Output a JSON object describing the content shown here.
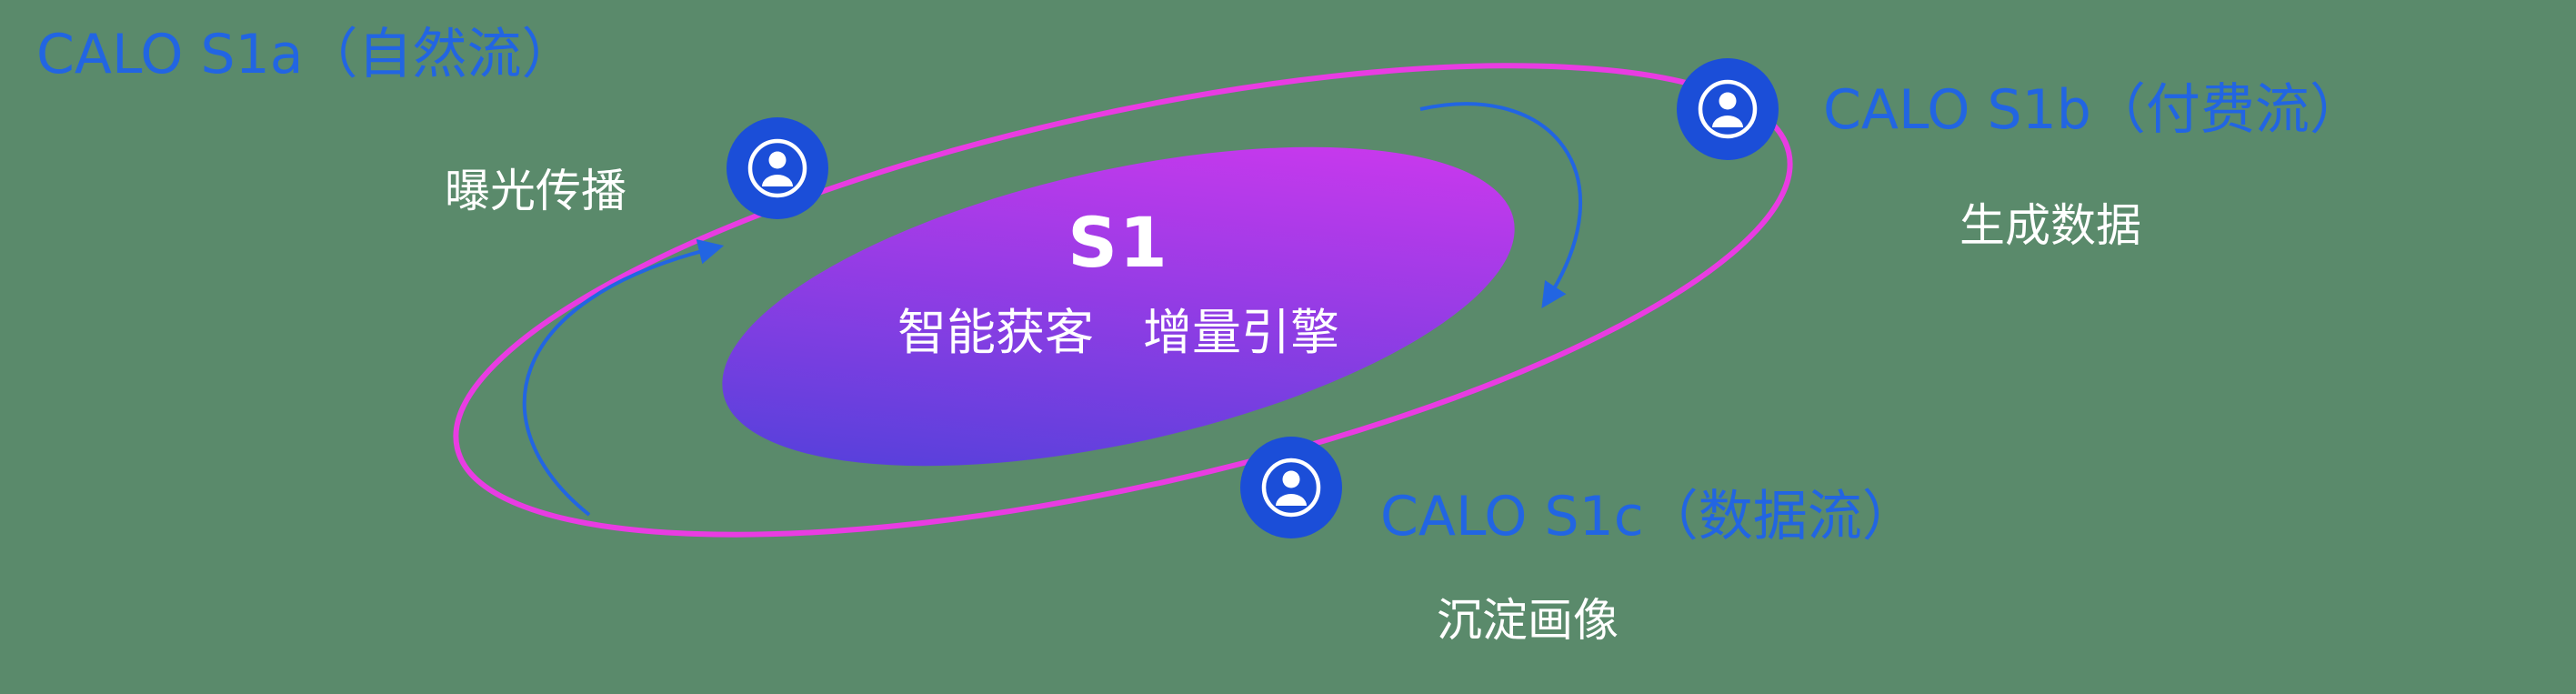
{
  "page": {
    "background_color": "#5a8a6b"
  },
  "core": {
    "title": "S1",
    "subtitle": "智能获客　增量引擎",
    "gradient_start": "#4342d8",
    "gradient_end": "#dd37f0"
  },
  "orbit": {
    "ring_color": "#e93ce2"
  },
  "nodes": {
    "s1a": {
      "title": "CALO S1a（自然流）",
      "subtitle": "曝光传播",
      "icon": "person-icon"
    },
    "s1b": {
      "title": "CALO S1b（付费流）",
      "subtitle": "生成数据",
      "icon": "person-icon"
    },
    "s1c": {
      "title": "CALO S1c（数据流）",
      "subtitle": "沉淀画像",
      "icon": "person-icon"
    }
  },
  "colors": {
    "label_blue": "#2265e2",
    "node_blue": "#1b4ed8",
    "arrow_blue": "#2265e2",
    "text_white": "#ffffff"
  }
}
